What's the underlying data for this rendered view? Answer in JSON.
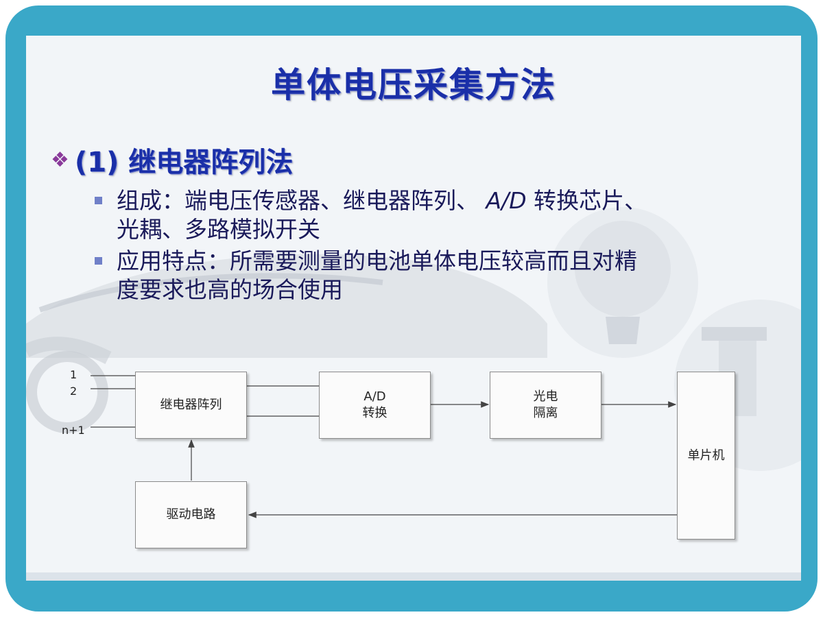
{
  "slide": {
    "title": "单体电压采集方法",
    "section_marker": "❖",
    "section_heading": "(1) 继电器阵列法",
    "bullets": [
      {
        "line1_a": "组成：端电压传感器、继电器阵列、 ",
        "line1_italic": "A/D",
        "line1_b": " 转换芯片、",
        "line2": "光耦、多路模拟开关"
      },
      {
        "line1": "应用特点：所需要测量的电池单体电压较高而且对精",
        "line2": "度要求也高的场合使用"
      }
    ]
  },
  "diagram": {
    "inputs": [
      "1",
      "2",
      "n+1"
    ],
    "relay_array": "继电器阵列",
    "ad_line1": "A/D",
    "ad_line2": "转换",
    "iso_line1": "光电",
    "iso_line2": "隔离",
    "mcu": "单片机",
    "driver": "驱动电路"
  },
  "colors": {
    "frame": "#3aa8c8",
    "title": "#1a2fa8",
    "text": "#1a1a5a",
    "bullet_square": "#7080c8",
    "section_marker": "#8a3a9a"
  }
}
